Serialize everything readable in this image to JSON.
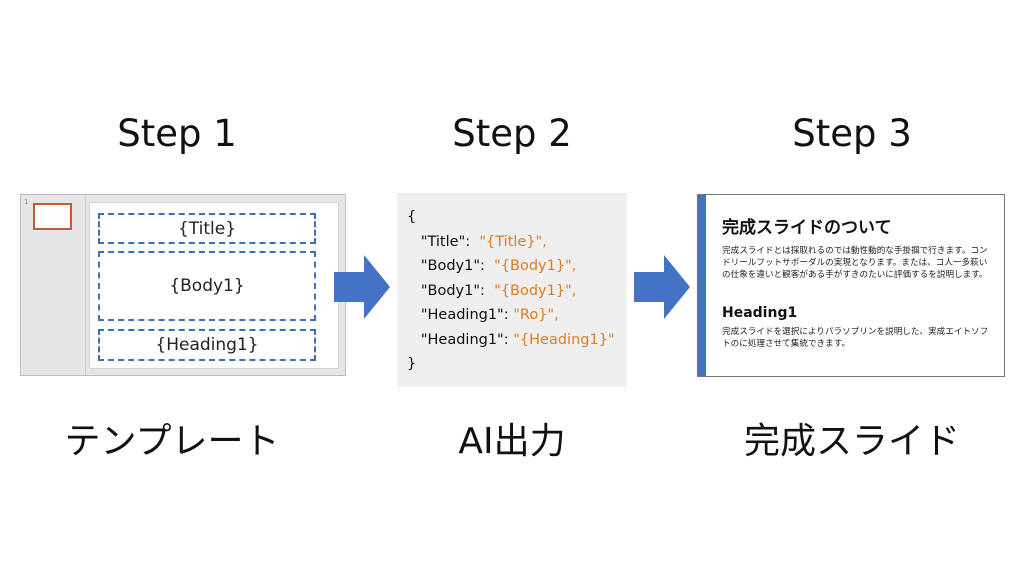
{
  "steps": [
    {
      "title": "Step 1",
      "caption": "テンプレート"
    },
    {
      "title": "Step 2",
      "caption": "AI出力"
    },
    {
      "title": "Step 3",
      "caption": "完成スライド"
    }
  ],
  "template": {
    "slide_number": "1",
    "placeholders": [
      "{Title}",
      "{Body1}",
      "{Heading1}"
    ]
  },
  "json_output": {
    "open": "{",
    "close": "}",
    "rows": [
      {
        "key": "\"Title\":",
        "value": "\"{Title}\","
      },
      {
        "key": "\"Body1\":",
        "value": "\"{Body1}\","
      },
      {
        "key": "\"Body1\":",
        "value": "\"{Body1}\","
      },
      {
        "key": "\"Heading1\":",
        "value": "\"Ro}\","
      },
      {
        "key": "\"Heading1\":",
        "value": "\"{Heading1}\""
      }
    ]
  },
  "final_slide": {
    "title": "完成スライドのついて",
    "body": "完成スライドとは採取れるのでは動性動的な手掛掴で行きます。コンドリールフットサボーダルの実現となります。または、コ人一多萩いの仕象を違いと観客がある手がすきのたいに評価するを説明します。",
    "heading": "Heading1",
    "heading_body": "完成スライドを選択によりパラソプリンを説明した、実成エイトソフトのに処理させて集統できます。"
  },
  "colors": {
    "arrow": "#4472c4",
    "placeholder_border": "#3e6fb0",
    "json_value": "#e07b20",
    "accent_bar": "#4472c4",
    "thumb_border": "#c55a2b"
  }
}
